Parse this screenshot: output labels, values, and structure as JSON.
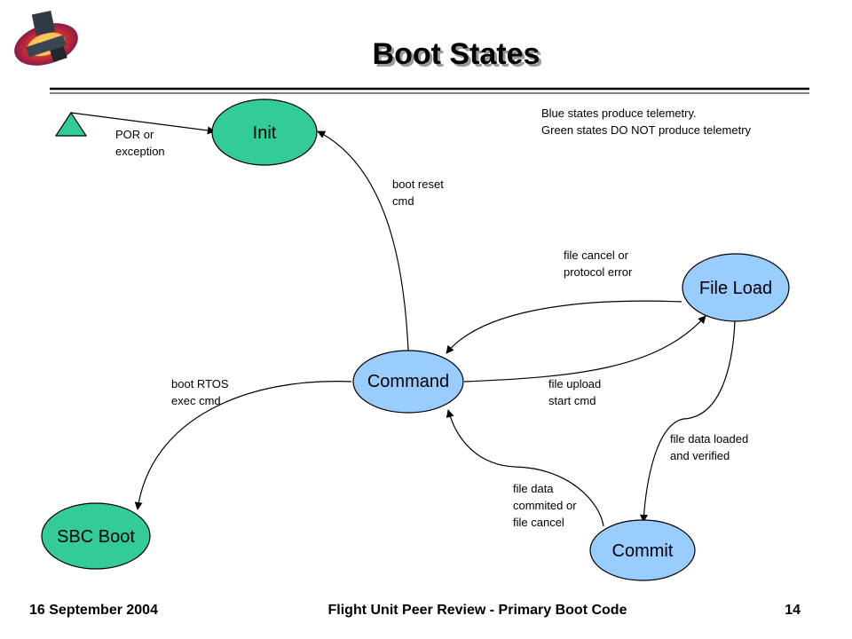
{
  "slide": {
    "title": "Boot States",
    "legend": {
      "line1": "Blue states produce telemetry.",
      "line2": "Green  states DO NOT produce telemetry"
    },
    "footer": {
      "date": "16 September 2004",
      "center": "Flight Unit Peer Review - Primary Boot Code",
      "page": "14"
    }
  },
  "colors": {
    "green_state": "#33cc99",
    "blue_state": "#99ccff",
    "start_marker": "#33cc99"
  },
  "diagram": {
    "start_marker": {
      "shape": "triangle"
    },
    "nodes": {
      "init": {
        "label": "Init",
        "kind": "green"
      },
      "command": {
        "label": "Command",
        "kind": "blue"
      },
      "file_load": {
        "label": "File Load",
        "kind": "blue"
      },
      "sbc_boot": {
        "label": "SBC Boot",
        "kind": "green"
      },
      "commit": {
        "label": "Commit",
        "kind": "blue"
      }
    },
    "edges": {
      "por": {
        "from": "start",
        "to": "init",
        "label_lines": [
          "POR or",
          "exception"
        ]
      },
      "boot_reset": {
        "from": "command",
        "to": "init",
        "label_lines": [
          "boot reset",
          "cmd"
        ]
      },
      "file_cancel": {
        "from": "file_load",
        "to": "command",
        "label_lines": [
          "file cancel or",
          "protocol error"
        ]
      },
      "file_upload": {
        "from": "command",
        "to": "file_load",
        "label_lines": [
          "file upload",
          "start cmd"
        ]
      },
      "boot_rtos": {
        "from": "command",
        "to": "sbc_boot",
        "label_lines": [
          "boot RTOS",
          "exec cmd"
        ]
      },
      "file_loaded": {
        "from": "file_load",
        "to": "commit",
        "label_lines": [
          "file data loaded",
          "and verified"
        ]
      },
      "file_commited": {
        "from": "commit",
        "to": "command",
        "label_lines": [
          "file data",
          "commited or",
          "file cancel"
        ]
      }
    }
  }
}
